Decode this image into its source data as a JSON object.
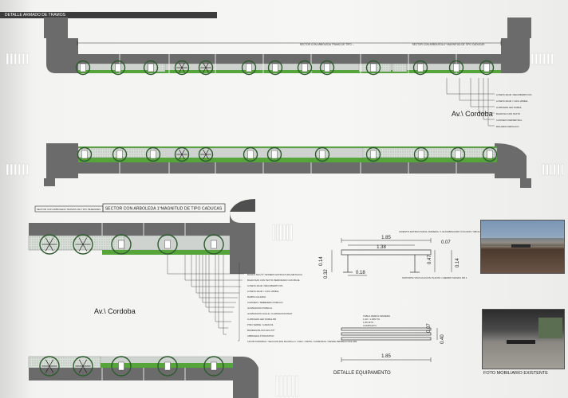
{
  "sheet": {
    "title": "DETALLE ARMADO DE TRAMOS"
  },
  "strip1": {
    "banner_left": "SECTOR CON ARBOLEDA TRAMO DE TIPO ...",
    "banner_right": "SECTOR CON ARBOLEDA 1º MAGNITUD DE TIPO CADUCAS"
  },
  "strip3": {
    "banner_small": "SECTOR CON ARBOLEDA TRAMOS DE TIPO PERENNES",
    "banner_main": "SECTOR CON ARBOLEDA 1°MAGNITUD DE TIPO CADUCAS"
  },
  "street_labels": {
    "upper": "Av.\\ Cordoba",
    "lower": "Av.\\ Cordoba"
  },
  "callouts": {
    "left_group": [
      "BANCO DE HºAº MODERO ESTRUCTURA METALICA",
      "BALDOSAS CON TEXTO PERFORADO CON BUJE",
      "LOSETA 40x40 / RECUBIERTO 0%",
      "LOSETA 40x40 / 1.20m 20MMa",
      "RAMPA CALZADA",
      "CANTERO / BEBEDERO PUBLICO",
      "ILUMINACION PUBLICA",
      "ILUMINACION CALLE / ILUMINACION PEAT",
      "LUMINARIA LED DOBLE BR",
      "PISO VERDE / CARACOL",
      "BANDEJA BLOCK EN HºAº",
      "ARBOLEDA 1ºMAGNITUD",
      "TANJIN DORMIDO / SECCION PAS RAUDILLA / 1 DEV / 20MTA / COMETRAS / DESDE PEDREGO ENLAZE"
    ],
    "right_group": [
      "LOSETA 40x40 / RECUBIERTO 0%",
      "LOSETA 40x40 / 1.20m 20MMa",
      "LUMINARIA LED DOBLE",
      "BALDOSA CON TEXTO",
      "CANTERO PERIMETRAL",
      "BOLARDO METALICO"
    ]
  },
  "equipment": {
    "caption": "DETALLE EQUIPAMENTO",
    "dim_top_outer": "1.85",
    "dim_top_inner": "1.38",
    "dim_side_a": "0.14",
    "dim_side_b": "0.32",
    "dim_bottom_foot": "0.18",
    "dim_height": "0.47",
    "dim_small": "0.07",
    "dim_right": "0.14",
    "dim_elev_top": "0.07",
    "dim_elev_mid": "0.40",
    "dim_elev_width": "1.85",
    "note_top": "ASIENTO ESTRUCTURAL MADERA / 1 EUCEBSACIDO COLCIDO / ABULONADO CON VARILLA ROSCADA",
    "note_bottom": "SOPORTE VINCULACION PLANTA / HIERRO MANZO 3/8 1",
    "elevation_notes": [
      "TABLA PERFIL MADERA",
      "1.00 / 1.20M TA",
      "1.85 MTS",
      "COMPLETO"
    ]
  },
  "photo": {
    "caption": "FOTO MOBILIARIO EXISTENTE"
  },
  "colors": {
    "road": "#6b6b6b",
    "road_dark": "#4a4a4a",
    "green_strip": "#55a53a",
    "paving": "#d8e0d8",
    "tree_ring": "#2f5a2f",
    "photo_sky": "#6f8aa8",
    "photo_floor": "#5e4a3c"
  }
}
